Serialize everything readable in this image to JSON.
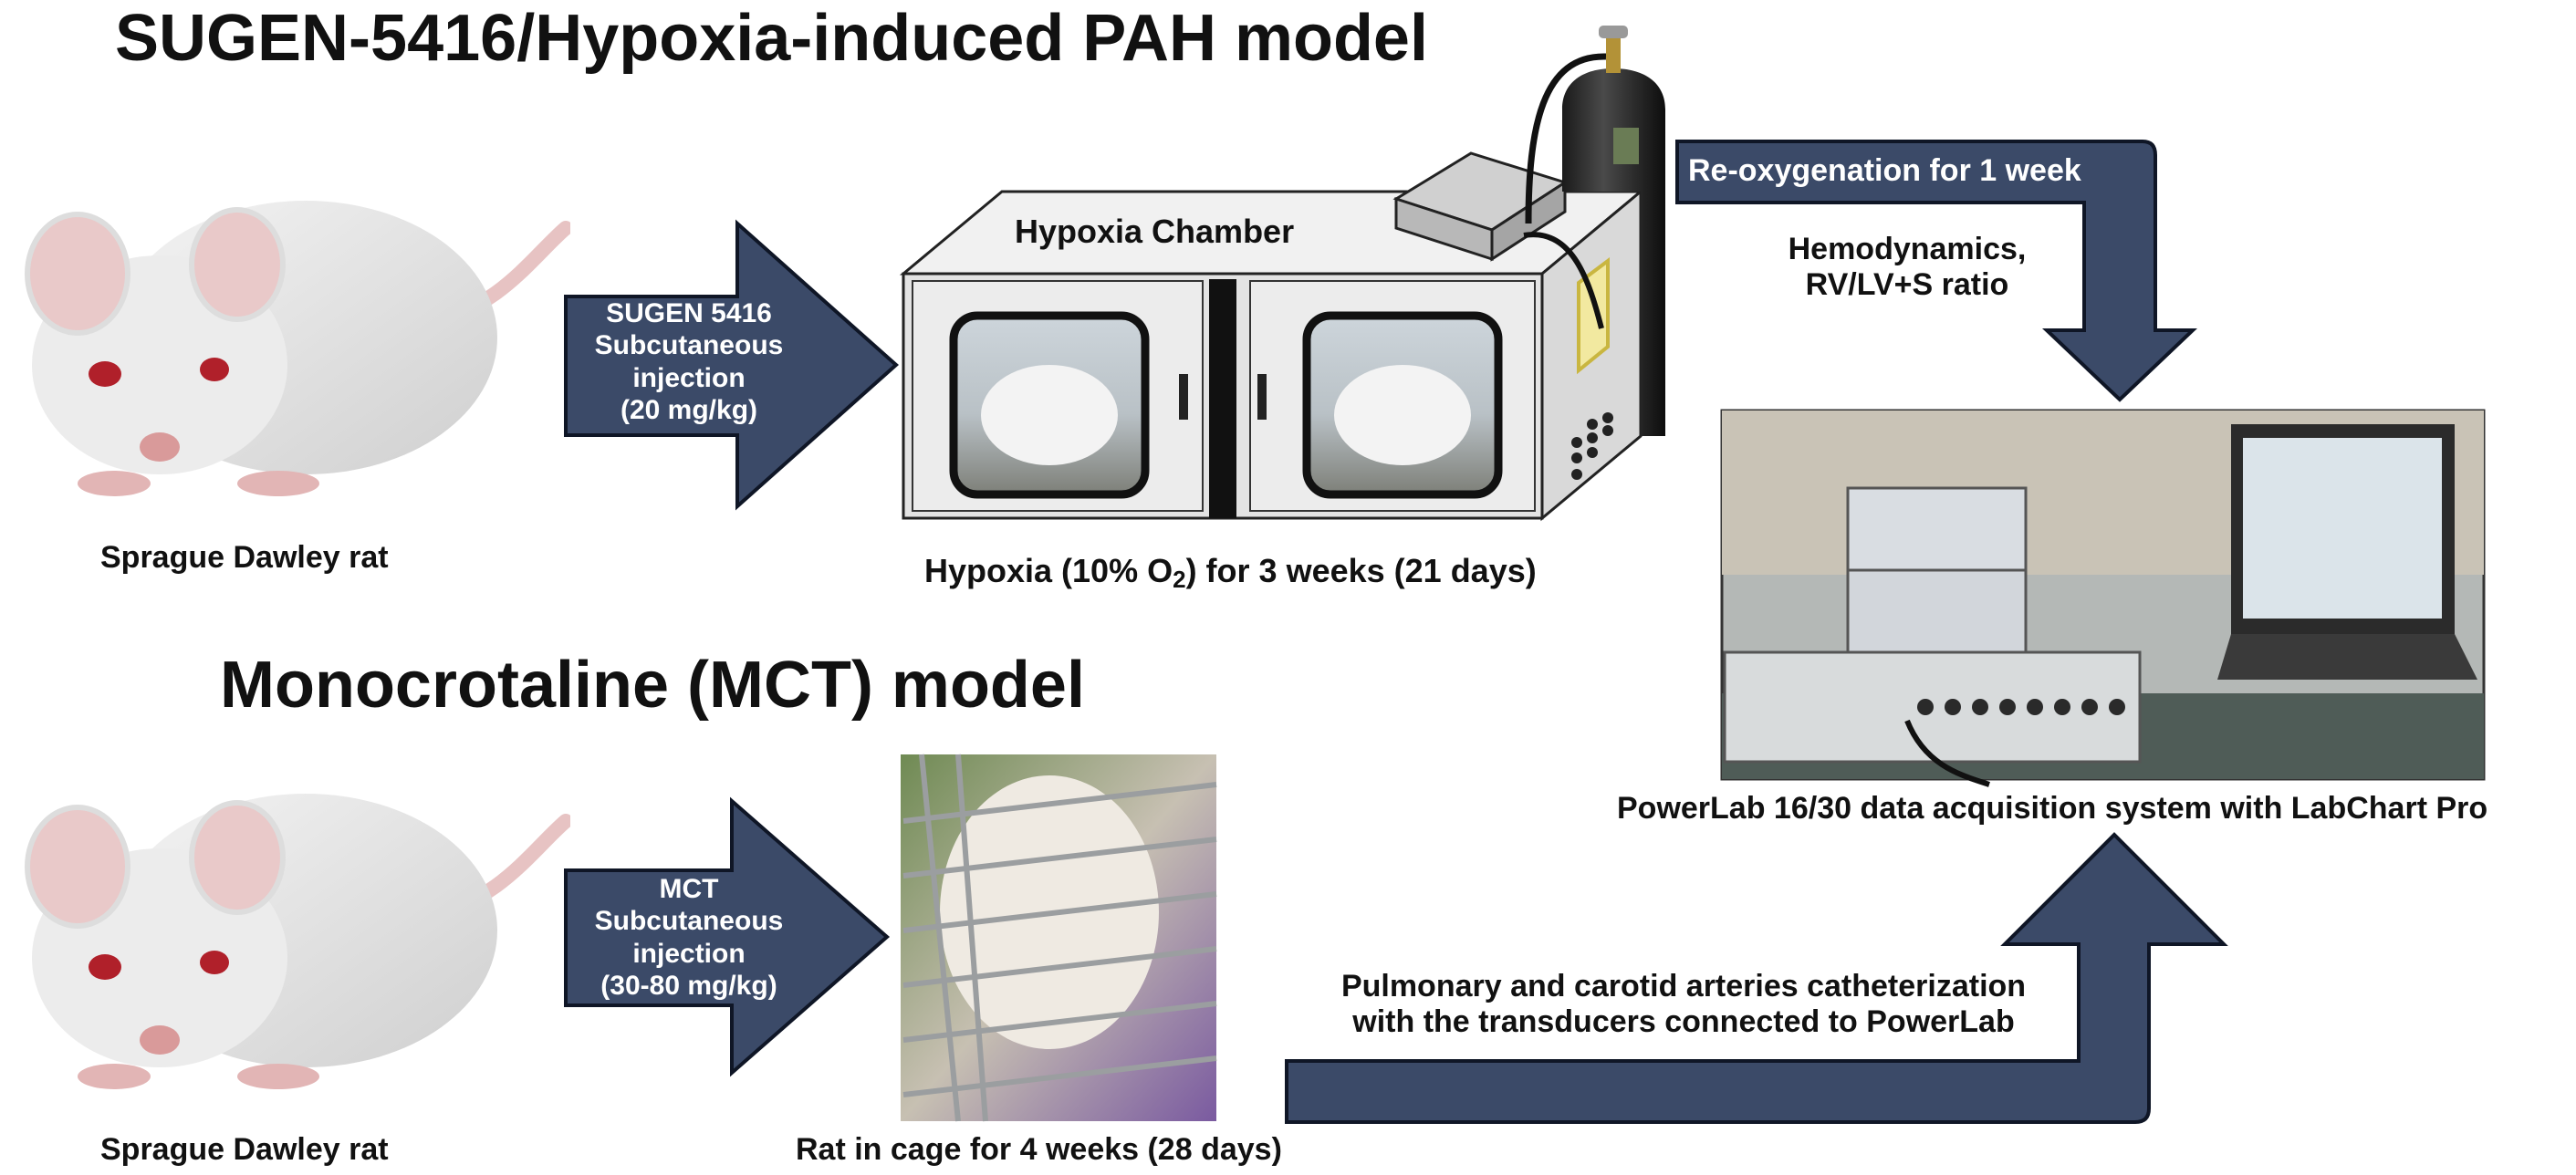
{
  "top_model": {
    "title": "SUGEN-5416/Hypoxia-induced PAH model",
    "rat_label": "Sprague Dawley rat",
    "injection_arrow": {
      "line1": "SUGEN 5416",
      "line2": "Subcutaneous",
      "line3": "injection",
      "line4": "(20 mg/kg)"
    },
    "chamber_label": "Hypoxia Chamber",
    "hypoxia_caption_pre": "Hypoxia (10% O",
    "hypoxia_caption_sub": "2",
    "hypoxia_caption_post": ") for 3 weeks (21 days)",
    "reoxygenation_label": "Re-oxygenation for 1 week",
    "hemodynamics_line1": "Hemodynamics,",
    "hemodynamics_line2": "RV/LV+S ratio"
  },
  "bottom_model": {
    "title": "Monocrotaline (MCT) model",
    "rat_label": "Sprague Dawley rat",
    "injection_arrow": {
      "line1": "MCT",
      "line2": "Subcutaneous",
      "line3": "injection",
      "line4": "(30-80 mg/kg)"
    },
    "cage_caption": "Rat in cage for 4 weeks (28 days)",
    "catheter_line1": "Pulmonary and carotid arteries catheterization",
    "catheter_line2": "with the transducers connected to PowerLab"
  },
  "powerlab": {
    "caption": "PowerLab 16/30 data acquisition system with LabChart Pro"
  },
  "colors": {
    "arrow_fill": "#3b4a68",
    "arrow_stroke": "#0f1626"
  }
}
